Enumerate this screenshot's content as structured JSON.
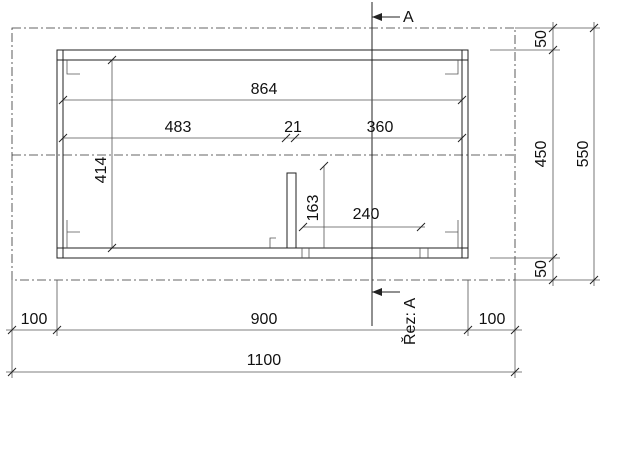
{
  "dimensions": {
    "inner_864": "864",
    "left_483": "483",
    "mid_21": "21",
    "right_360": "360",
    "height_414": "414",
    "height_163": "163",
    "width_240": "240",
    "bottom_100_left": "100",
    "bottom_900": "900",
    "bottom_100_right": "100",
    "total_1100": "1100",
    "right_50_top": "50",
    "right_450": "450",
    "right_50_bottom": "50",
    "right_550": "550"
  },
  "section": {
    "top_label": "A",
    "bottom_label": "Řez: A"
  }
}
